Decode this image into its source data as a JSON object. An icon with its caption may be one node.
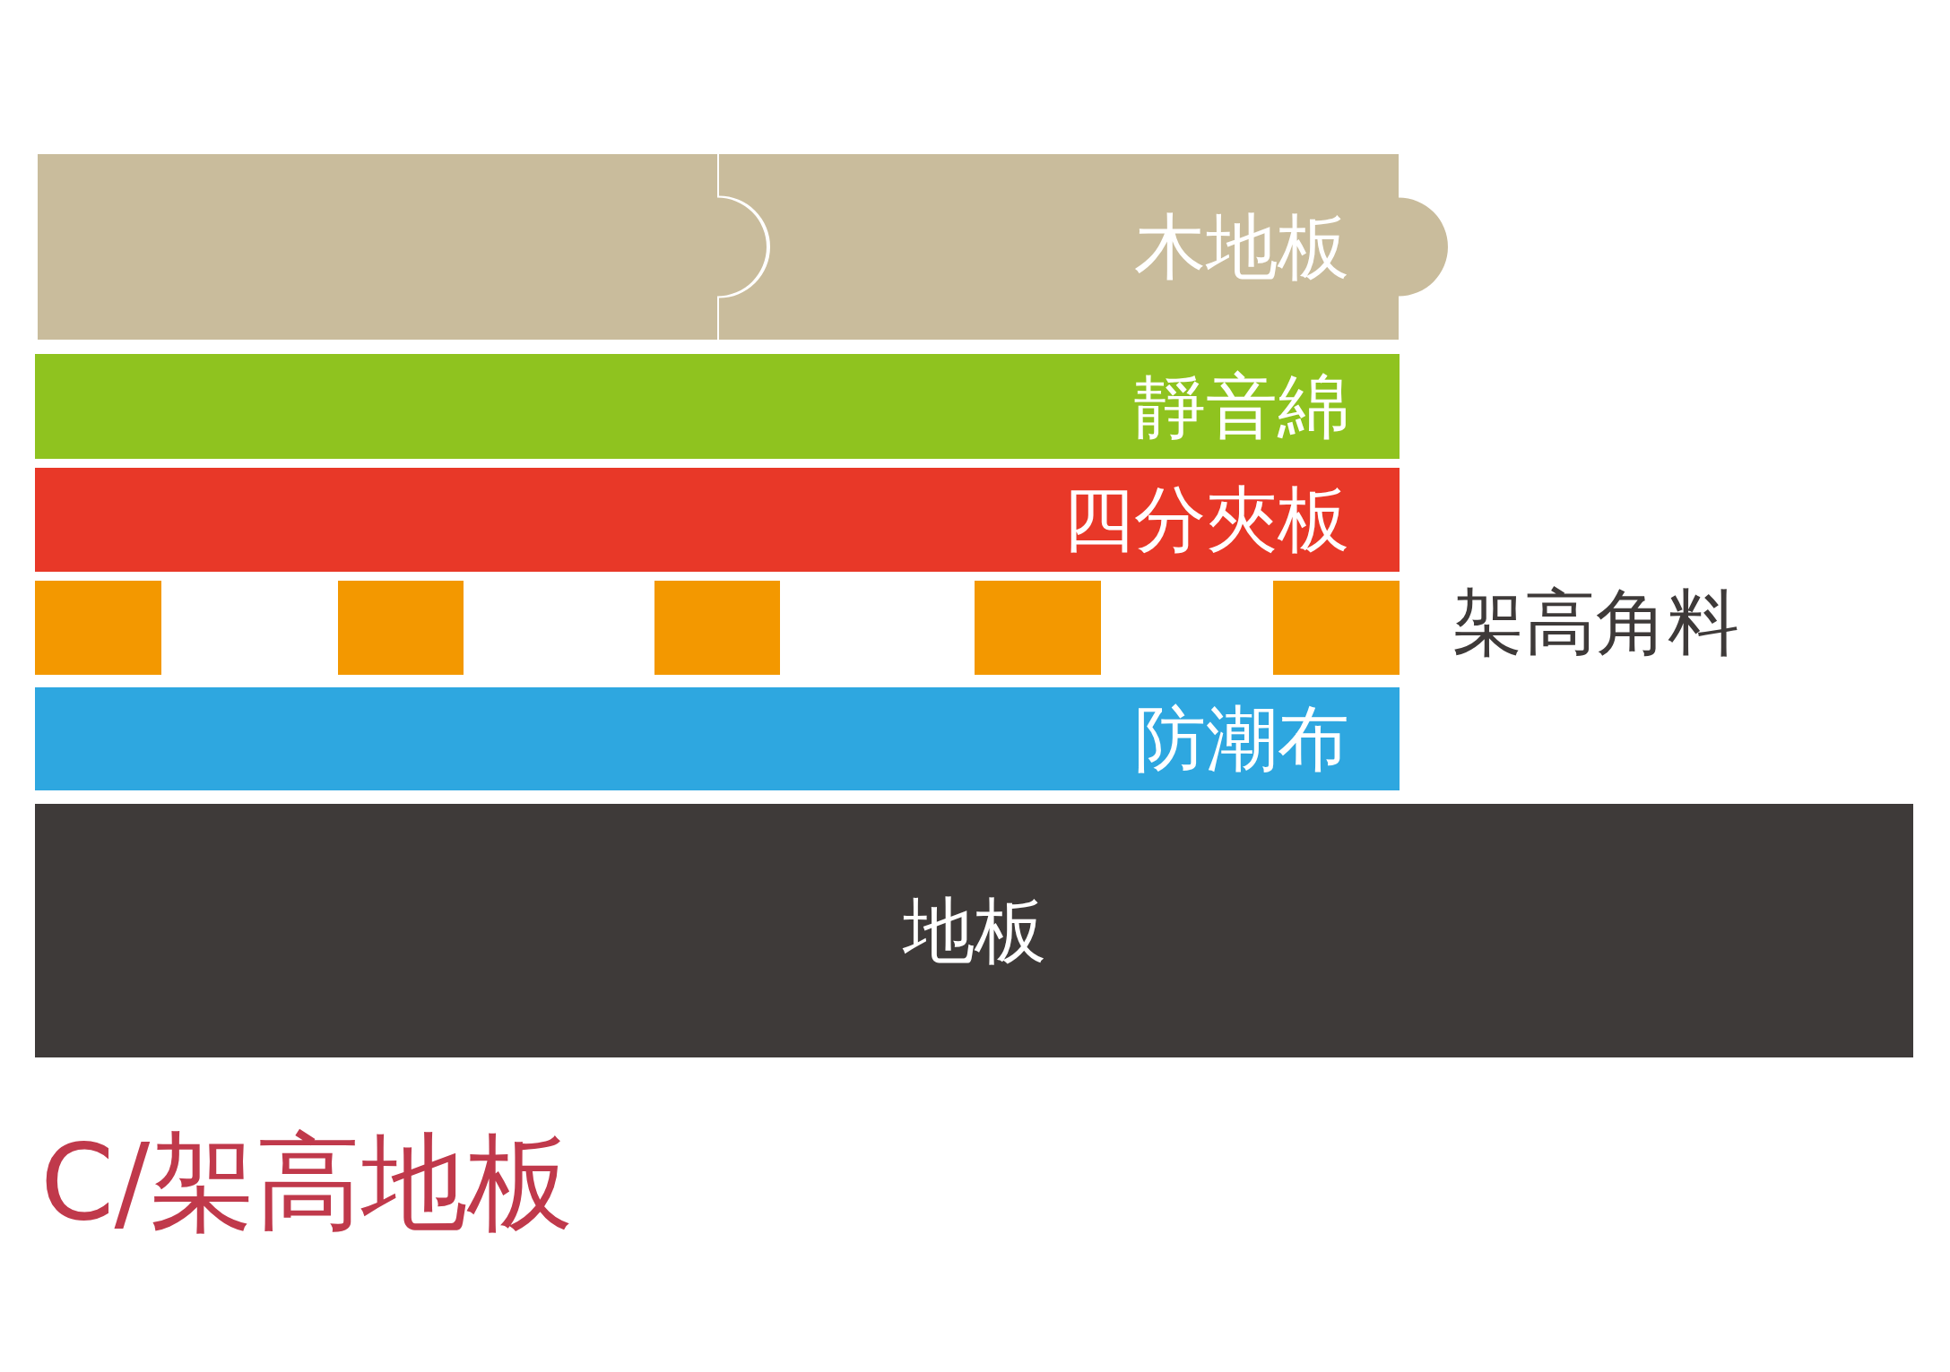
{
  "diagram": {
    "title": "C/架高地板",
    "nodes": [
      {
        "text": [],
        "shape": "box"
      },
      {
        "text": [
          "木地板"
        ]
      },
      {
        "text": [
          "靜音綿"
        ]
      },
      {
        "text": [
          "四分夾板"
        ]
      },
      {
        "text": [],
        "shape": "box"
      },
      {
        "text": [],
        "shape": "box"
      },
      {
        "text": [],
        "shape": "box"
      },
      {
        "text": [],
        "shape": "box"
      },
      {
        "text": [],
        "shape": "box"
      },
      {
        "text": [
          "防潮布"
        ]
      },
      {
        "text": [
          "地板"
        ]
      }
    ],
    "labels": [
      "架高角料"
    ]
  }
}
